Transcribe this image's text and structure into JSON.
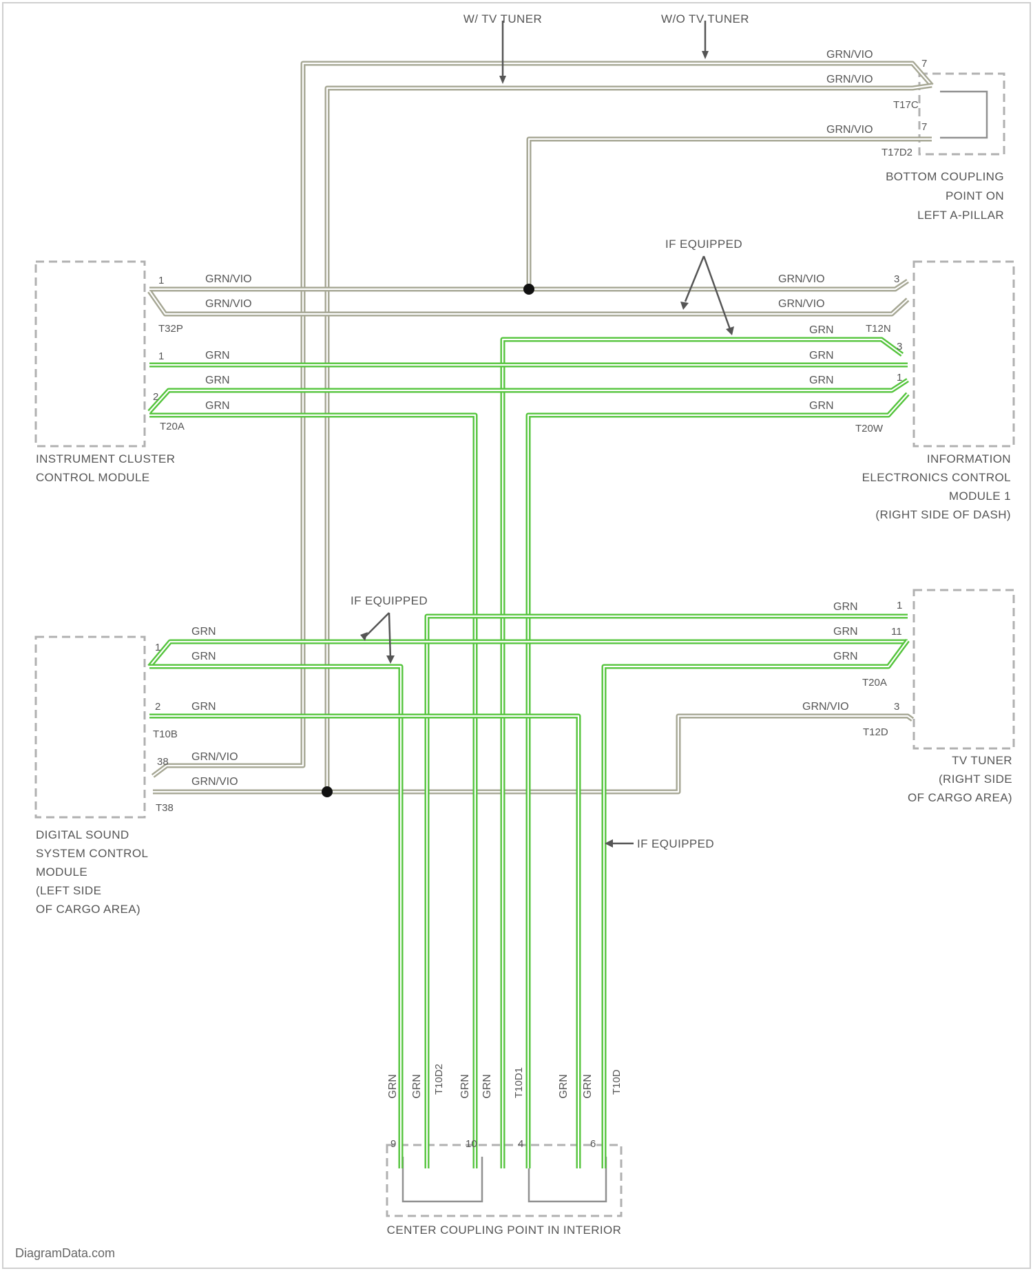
{
  "colors": {
    "grn_wire": "#54c43c",
    "grn_vio_wire": "#a5a693",
    "text": "#555555",
    "component_outline": "#b0b0b0",
    "background": "#ffffff"
  },
  "top_labels": {
    "w_tv_tuner": "W/ TV TUNER",
    "wo_tv_tuner": "W/O TV TUNER"
  },
  "components": {
    "bottom_coupling": {
      "lines": [
        "BOTTOM COUPLING",
        "POINT ON",
        "LEFT A-PILLAR"
      ]
    },
    "instrument_cluster": {
      "lines": [
        "INSTRUMENT CLUSTER",
        "CONTROL MODULE"
      ]
    },
    "info_electronics": {
      "lines": [
        "INFORMATION",
        "ELECTRONICS CONTROL",
        "MODULE 1",
        "(RIGHT SIDE OF DASH)"
      ]
    },
    "digital_sound": {
      "lines": [
        "DIGITAL SOUND",
        "SYSTEM CONTROL",
        "MODULE",
        "(LEFT SIDE",
        "OF CARGO AREA)"
      ]
    },
    "tv_tuner": {
      "lines": [
        "TV TUNER",
        "(RIGHT SIDE",
        "OF CARGO AREA)"
      ]
    },
    "center_coupling": {
      "lines": [
        "CENTER COUPLING POINT IN INTERIOR"
      ]
    }
  },
  "if_equipped": "IF EQUIPPED",
  "wire_colors": {
    "grn": "GRN",
    "grn_vio": "GRN/VIO"
  },
  "connectors": {
    "t17c": "T17C",
    "t17d2": "T17D2",
    "t32p": "T32P",
    "t20a": "T20A",
    "t12n": "T12N",
    "t20w": "T20W",
    "t10b": "T10B",
    "t38": "T38",
    "t20a_tv": "T20A",
    "t12d": "T12D",
    "t10d2": "T10D2",
    "t10d1": "T10D1",
    "t10d": "T10D"
  },
  "pins": {
    "seven": "7",
    "one": "1",
    "two": "2",
    "three": "3",
    "eleven": "11",
    "thirty_eight": "38",
    "nine": "9",
    "ten": "10",
    "four": "4",
    "six": "6"
  },
  "watermark": "DiagramData.com"
}
